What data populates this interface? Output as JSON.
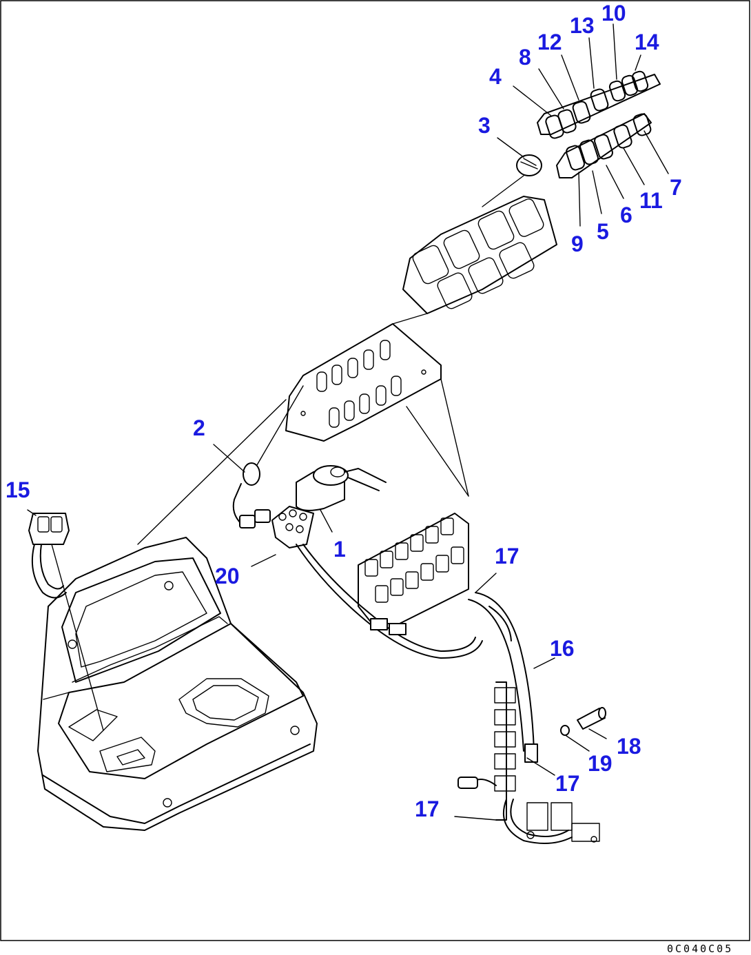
{
  "diagram": {
    "drawing_code": "0C040C05",
    "callouts": [
      {
        "id": "c1",
        "label": "1"
      },
      {
        "id": "c2",
        "label": "2"
      },
      {
        "id": "c3",
        "label": "3"
      },
      {
        "id": "c4",
        "label": "4"
      },
      {
        "id": "c5",
        "label": "5"
      },
      {
        "id": "c6",
        "label": "6"
      },
      {
        "id": "c7",
        "label": "7"
      },
      {
        "id": "c8",
        "label": "8"
      },
      {
        "id": "c9",
        "label": "9"
      },
      {
        "id": "c10",
        "label": "10"
      },
      {
        "id": "c11",
        "label": "11"
      },
      {
        "id": "c12",
        "label": "12"
      },
      {
        "id": "c13",
        "label": "13"
      },
      {
        "id": "c14",
        "label": "14"
      },
      {
        "id": "c15",
        "label": "15"
      },
      {
        "id": "c16",
        "label": "16"
      },
      {
        "id": "c17a",
        "label": "17"
      },
      {
        "id": "c17b",
        "label": "17"
      },
      {
        "id": "c17c",
        "label": "17"
      },
      {
        "id": "c18",
        "label": "18"
      },
      {
        "id": "c19",
        "label": "19"
      },
      {
        "id": "c20",
        "label": "20"
      }
    ]
  }
}
